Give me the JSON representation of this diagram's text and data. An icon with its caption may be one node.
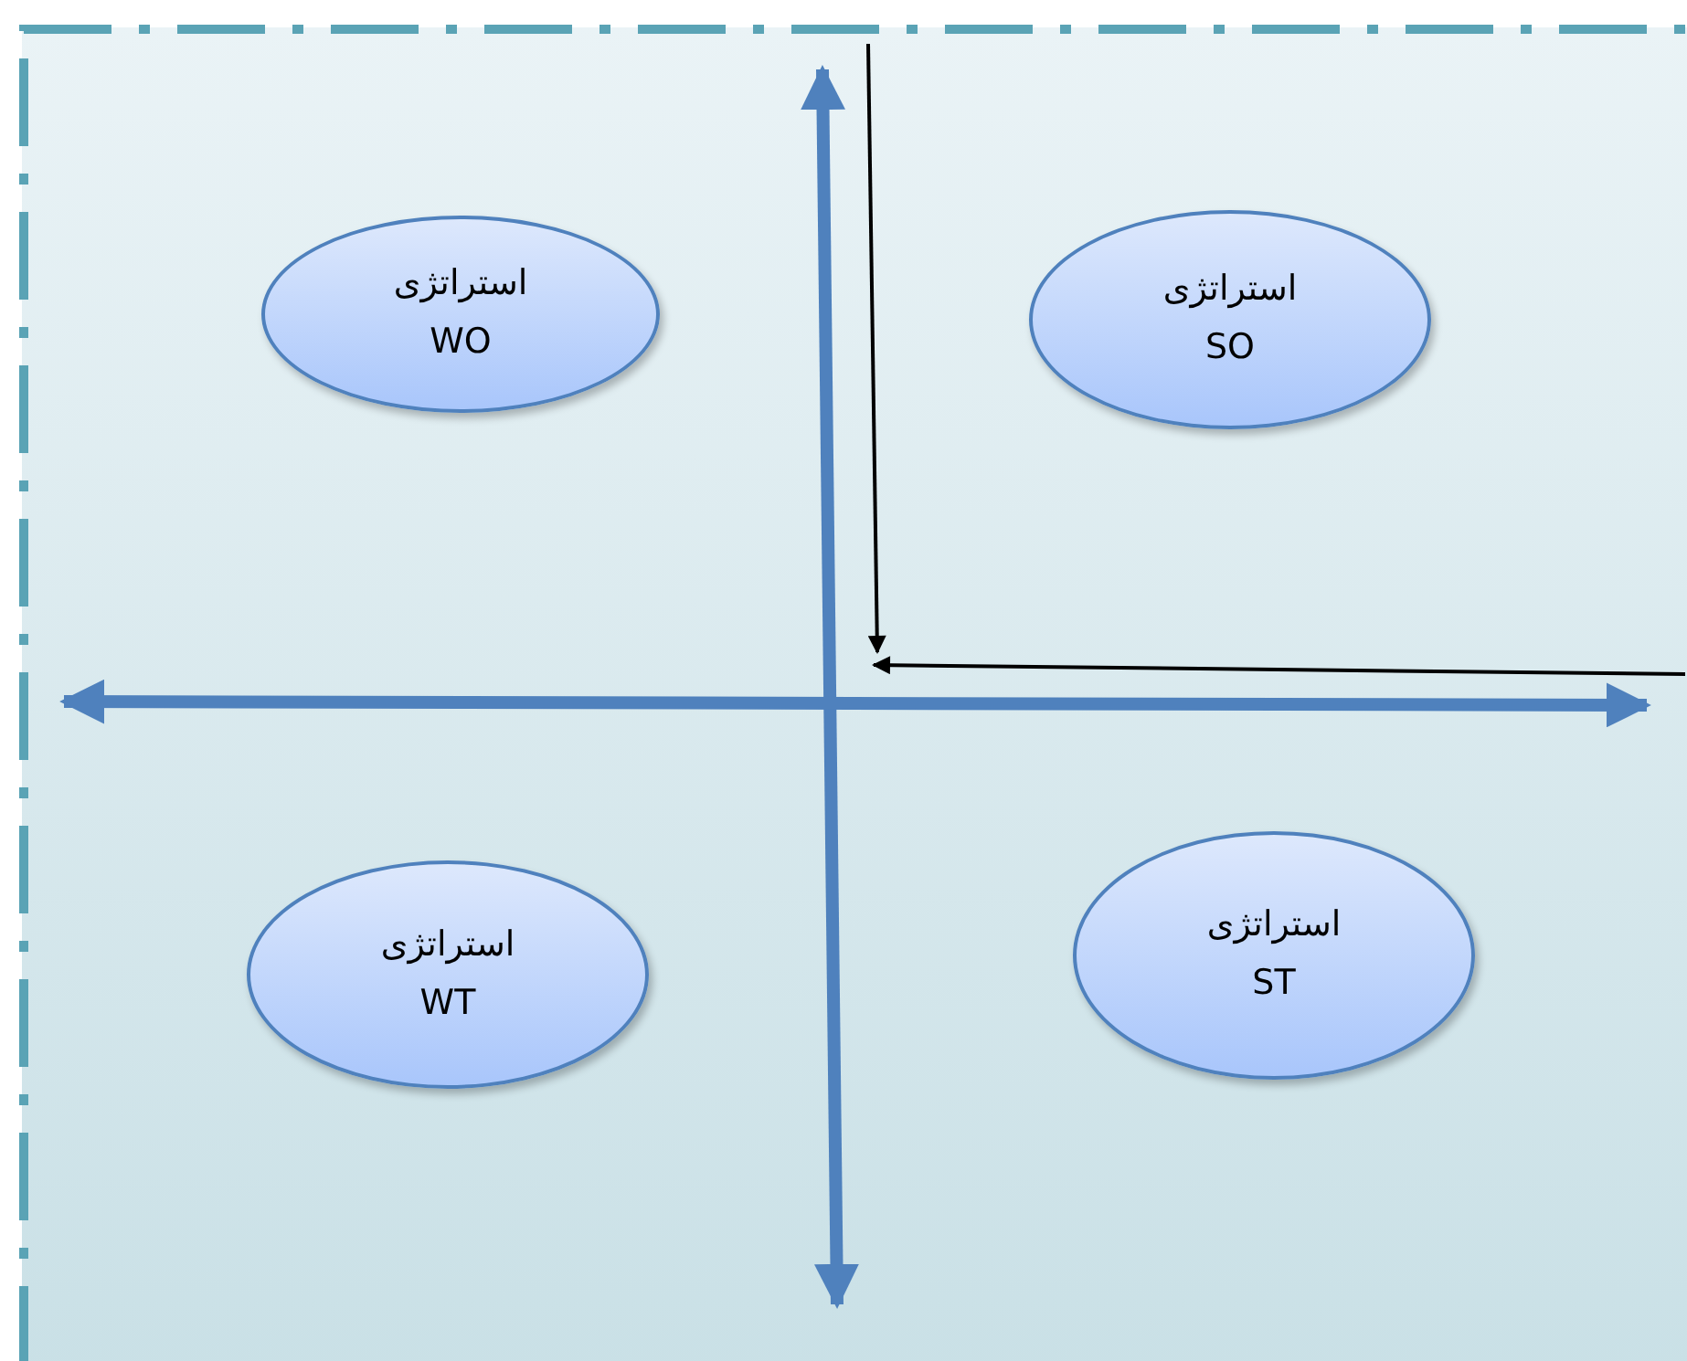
{
  "diagram": {
    "nodes": [
      {
        "text": [
          "استراتژی",
          "WO"
        ]
      },
      {
        "text": [
          "استراتژی",
          "SO"
        ]
      },
      {
        "text": [
          "استراتژی",
          "WT"
        ]
      },
      {
        "text": [
          "استراتژی",
          "ST"
        ]
      }
    ]
  }
}
